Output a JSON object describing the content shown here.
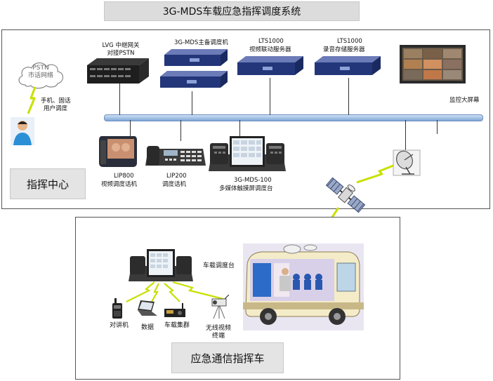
{
  "title": "3G-MDS车载应急指挥调度系统",
  "command_center": {
    "label": "指挥中心",
    "pstn_cloud": [
      "PSTN",
      "市话网络"
    ],
    "mobile_user": [
      "手机、固话",
      "用户调度"
    ],
    "lvg": [
      "LVG 中继网关",
      "对接PSTN"
    ],
    "main_backup": "3G-MDS主备调度机",
    "lts_video": [
      "LTS1000",
      "视频联动服务器"
    ],
    "lts_record": [
      "LTS1000",
      "录音存储服务器"
    ],
    "screen": "监控大屏幕",
    "lip800": [
      "LIP800",
      "视频调度话机"
    ],
    "lip200": [
      "LIP200",
      "调度话机"
    ],
    "console": [
      "3G-MDS-100",
      "多媒体触摸屏调度台"
    ]
  },
  "vehicle": {
    "label": "应急通信指挥车",
    "console": "车载调度台",
    "walkie": "对讲机",
    "data": "数据",
    "trunk": "车载集群",
    "wireless": [
      "无线视频",
      "终端"
    ]
  },
  "colors": {
    "bus": "#9dbbe3",
    "server": "#23367a",
    "lightning": "#c8e000"
  }
}
